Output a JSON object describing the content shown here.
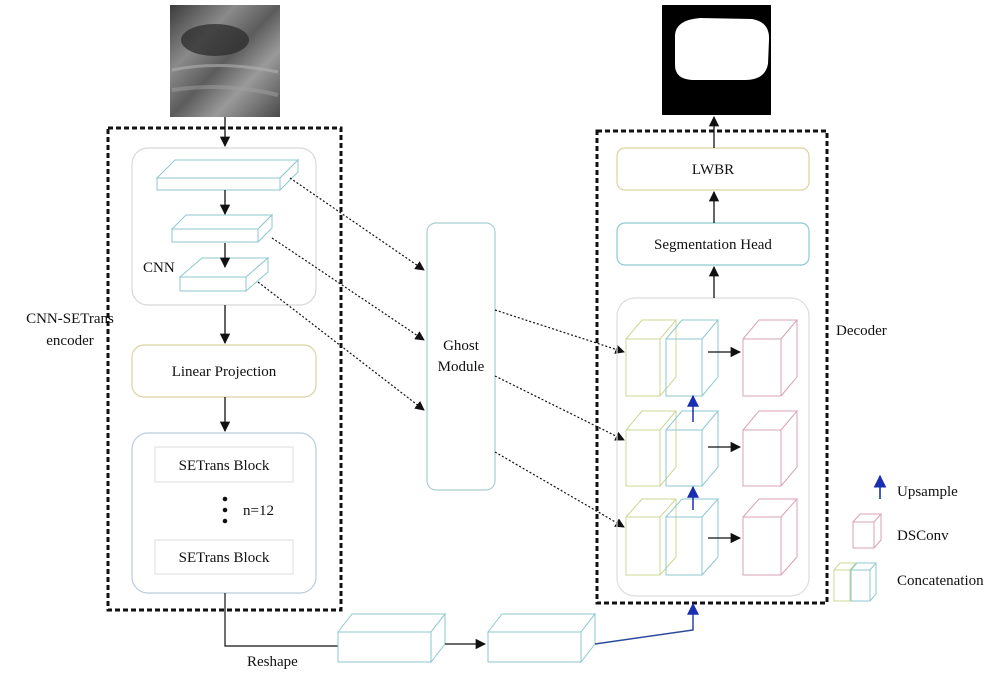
{
  "labels": {
    "encoder_line1": "CNN-SETrans",
    "encoder_line2": "encoder",
    "cnn": "CNN",
    "linear_projection": "Linear Projection",
    "setrans_block_top": "SETrans Block",
    "repeat_count": "n=12",
    "setrans_block_bottom": "SETrans Block",
    "ghost_line1": "Ghost",
    "ghost_line2": "Module",
    "lwbr": "LWBR",
    "segmentation_head": "Segmentation Head",
    "decoder": "Decoder",
    "reshape": "Reshape"
  },
  "legend": {
    "upsample": "Upsample",
    "dsconv": "DSConv",
    "concatenation": "Concatenation"
  },
  "colors": {
    "upsample_arrow": "#1a2fb0",
    "reshape_path": "#2a4a9a",
    "box_green": "#c8d890",
    "box_teal": "#8ec9cf",
    "box_pink": "#d9a0b8",
    "frame": "#111111"
  }
}
